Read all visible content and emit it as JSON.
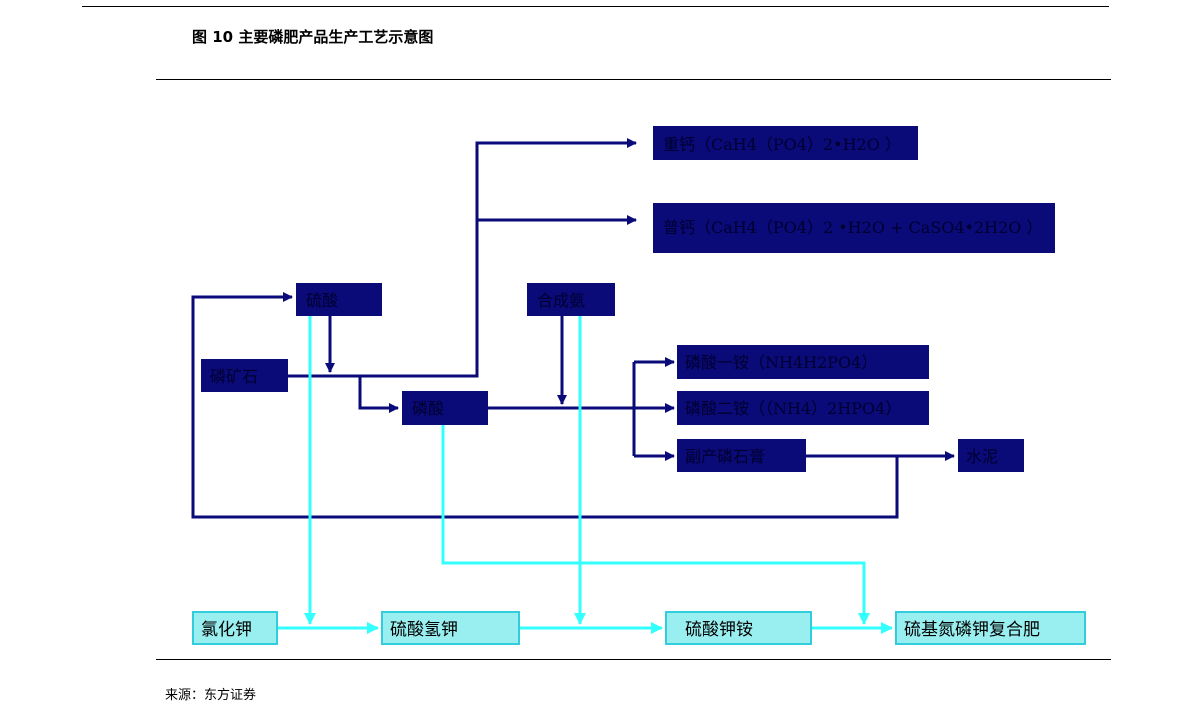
{
  "title": "图 10  主要磷肥产品生产工艺示意图",
  "source": "来源：东方证券",
  "colors": {
    "navy": "#0a0a78",
    "cyan_line": "#33ffff",
    "cyan_box": "#99eef0",
    "navy_text": "#000030"
  },
  "nodes": {
    "ssp": "重钙（CaH4（PO4）2•H2O ）",
    "tsp": "普钙（CaH4（PO4）2 •H2O  + CaSO4•2H2O ）",
    "sulfuric_acid": "硫酸",
    "synthetic_ammonia": "合成氨",
    "phosphate_rock": "磷矿石",
    "phosphoric_acid": "磷酸",
    "map": "磷酸一铵（NH4H2PO4）",
    "dap": "磷酸二铵（（NH4）2HPO4）",
    "phosphogypsum": "副产磷石膏",
    "cement": "水泥",
    "kcl": "氯化钾",
    "khso4": "硫酸氢钾",
    "kamso4": "硫酸钾铵",
    "compound": "硫基氮磷钾复合肥"
  }
}
